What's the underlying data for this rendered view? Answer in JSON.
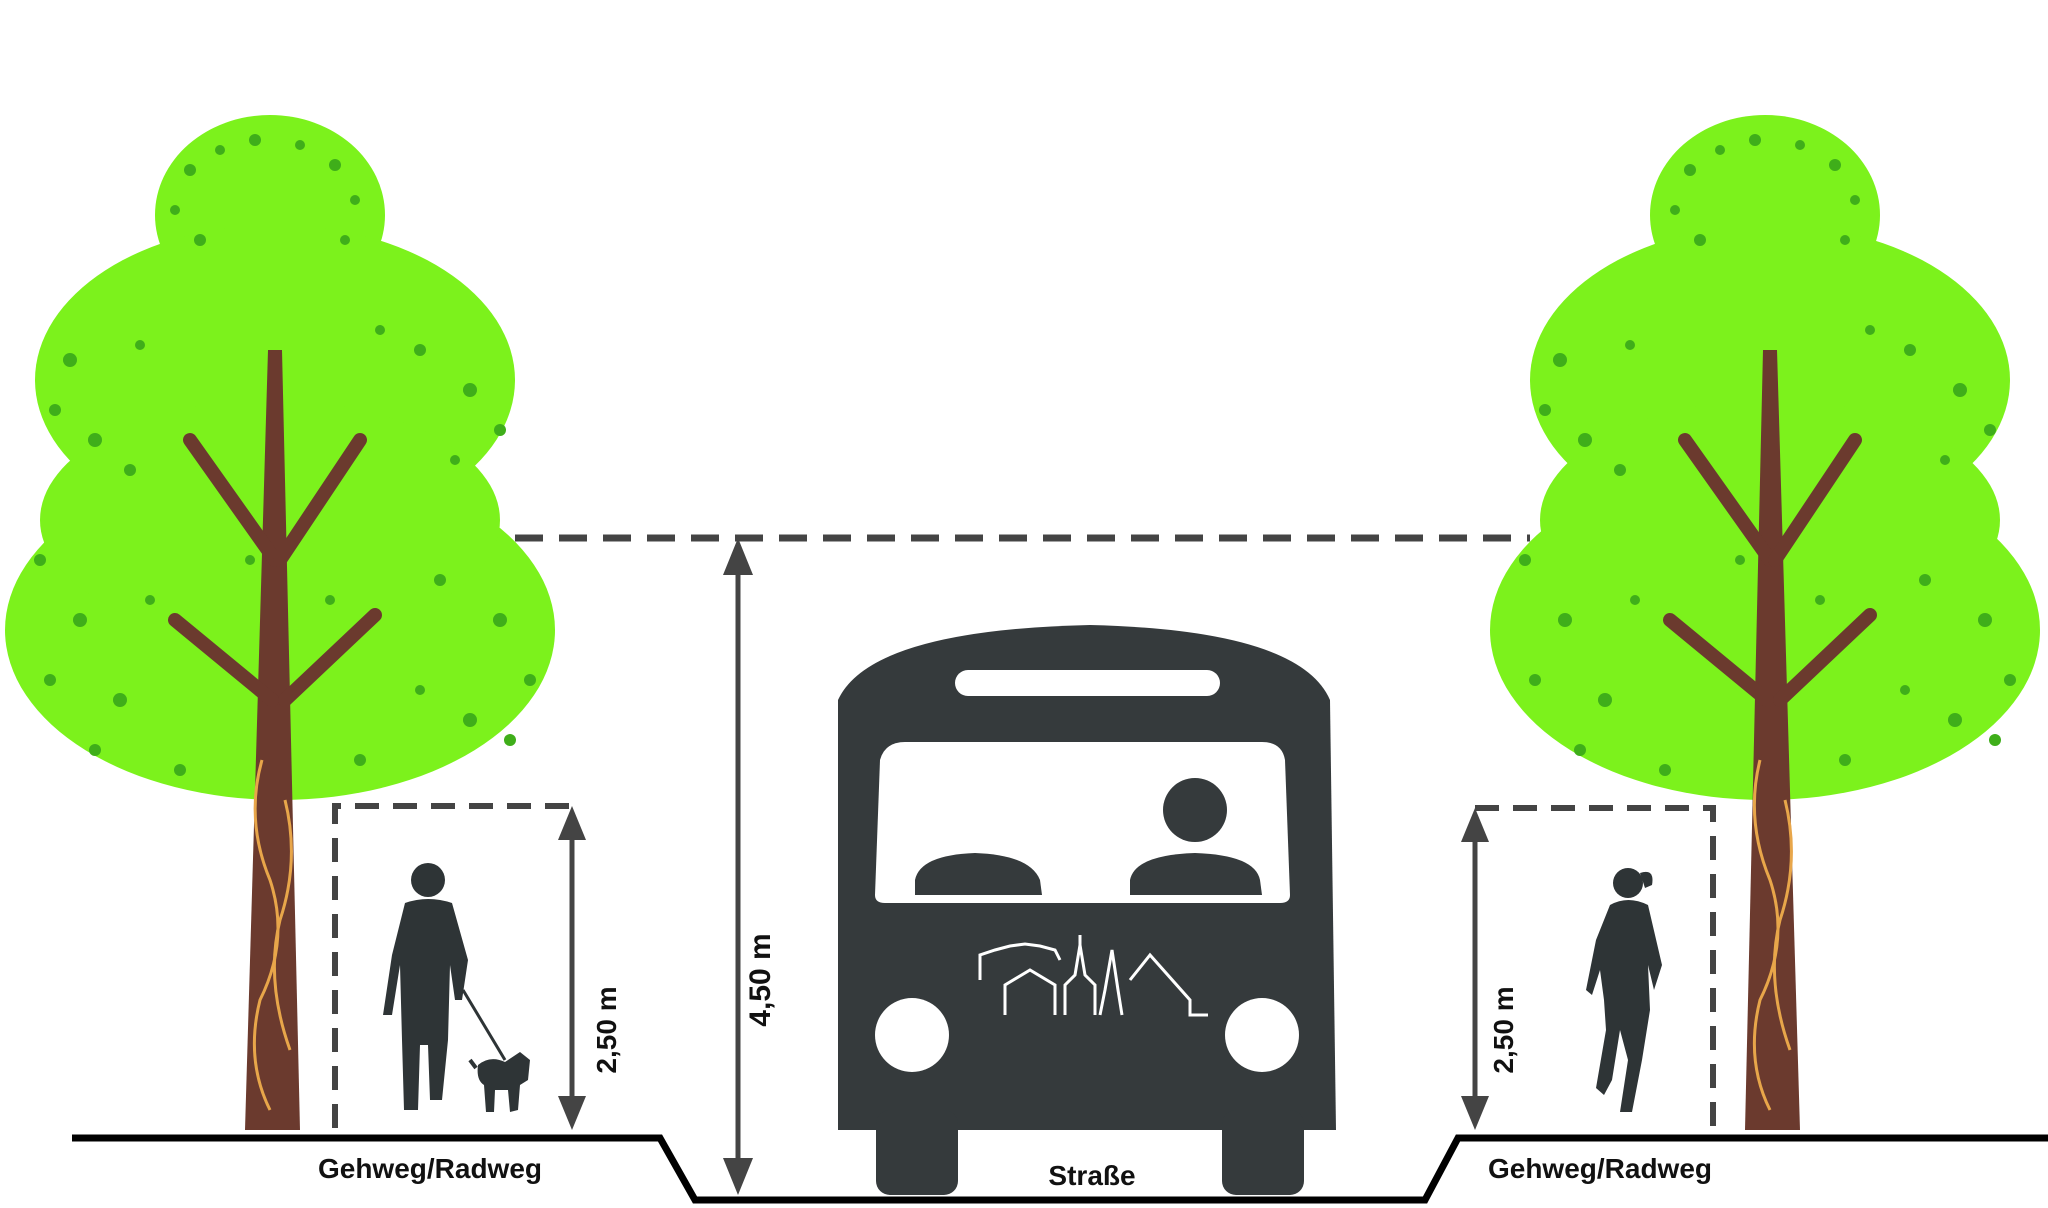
{
  "labels": {
    "sidewalk_left": "Gehweg/Radweg",
    "road": "Straße",
    "sidewalk_right": "Gehweg/Radweg"
  },
  "dimensions": {
    "road_clearance": "4,50 m",
    "sidewalk_left_clearance": "2,50 m",
    "sidewalk_right_clearance": "2,50 m"
  },
  "colors": {
    "foliage": "#7CF21C",
    "foliage_dots": "#3FAE1A",
    "trunk": "#6B3A2E",
    "trunk_accent": "#E8A64A",
    "bus": "#353A3C",
    "bus_details": "#FFFFFF",
    "silhouette": "#2E3436",
    "ground_line": "#000000",
    "dimension_line": "#444444"
  },
  "icons": {
    "tree_left": "tree-icon",
    "tree_right": "tree-icon",
    "pedestrian_left": "man-walking-dog-icon",
    "pedestrian_right": "woman-walking-icon",
    "bus": "bus-front-icon",
    "skyline": "city-skyline-icon"
  }
}
